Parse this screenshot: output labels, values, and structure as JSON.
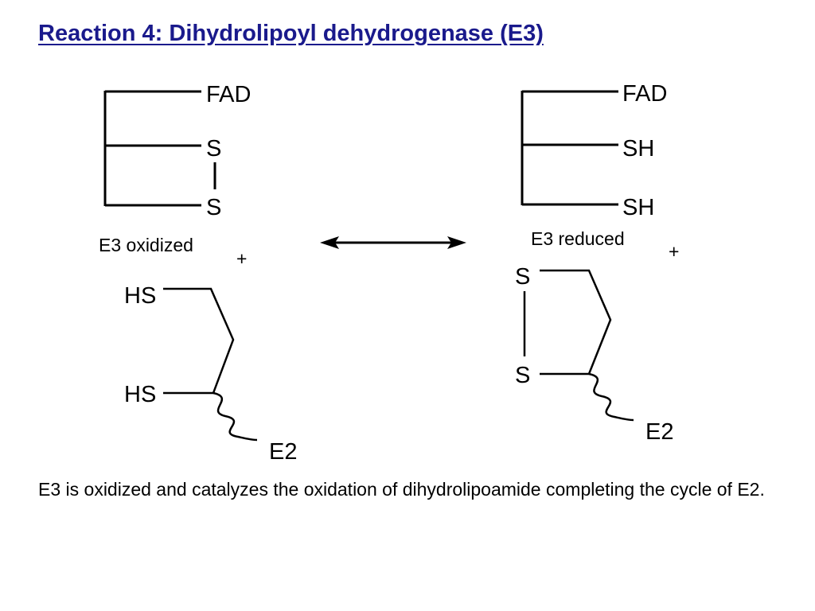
{
  "title": "Reaction 4: Dihydrolipoyl dehydrogenase (E3)",
  "e3_oxidized": {
    "fad_label": "FAD",
    "s_top_label": "S",
    "s_bottom_label": "S",
    "name": "E3 oxidized"
  },
  "e3_reduced": {
    "fad_label": "FAD",
    "sh_top_label": "SH",
    "sh_bottom_label": "SH",
    "name": "E3 reduced"
  },
  "plus_left": "+",
  "plus_right": "+",
  "lipoamide_reduced": {
    "hs_top_label": "HS",
    "hs_bottom_label": "HS",
    "e2_label": "E2"
  },
  "lipoamide_oxidized": {
    "s_top_label": "S",
    "s_bottom_label": "S",
    "e2_label": "E2"
  },
  "caption": "E3 is oxidized and catalyzes the oxidation of dihydrolipoamide completing the cycle of E2."
}
